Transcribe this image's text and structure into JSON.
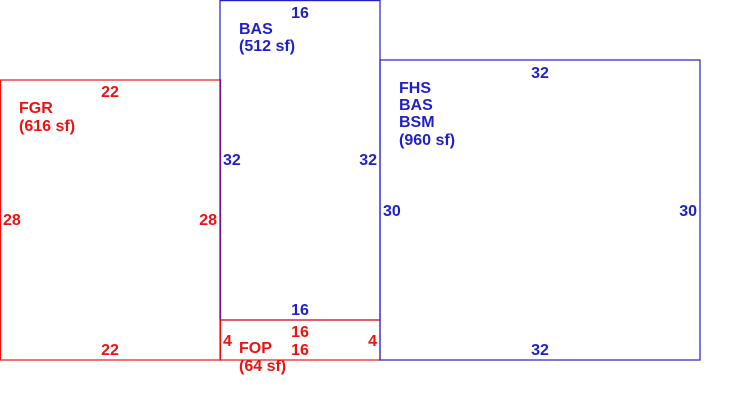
{
  "colors": {
    "garage": "#ee1111",
    "house": "#1f1fcc"
  },
  "areas": {
    "fgr": {
      "lines": [
        "FGR",
        "(616 sf)"
      ],
      "dimensions": {
        "top": "22",
        "bottom": "22",
        "left": "28",
        "right": "28"
      }
    },
    "bas": {
      "lines": [
        "BAS",
        "(512 sf)"
      ],
      "dimensions": {
        "top": "16",
        "bottom": "16",
        "left": "32",
        "right": "32"
      }
    },
    "fhs": {
      "lines": [
        "FHS",
        "BAS",
        "BSM",
        "(960 sf)"
      ],
      "dimensions": {
        "top": "32",
        "bottom": "32",
        "left": "30",
        "right": "30"
      }
    },
    "fop": {
      "lines": [
        "FOP",
        "(64 sf)"
      ],
      "dimensions": {
        "top": "16",
        "bottom": "16",
        "left": "4",
        "right": "4"
      }
    }
  }
}
